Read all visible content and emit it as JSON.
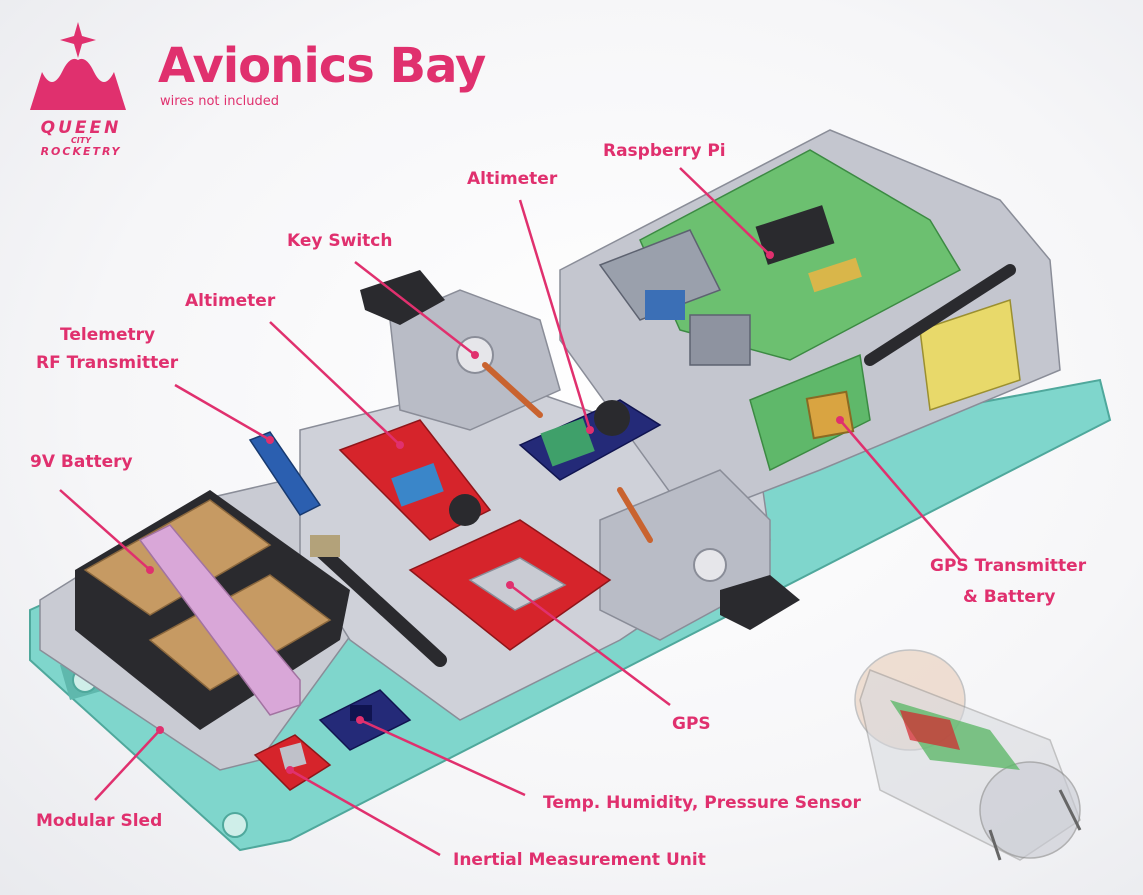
{
  "header": {
    "title": "Avionics Bay",
    "subtitle": "wires not included"
  },
  "logo": {
    "line1": "QUEEN",
    "line2": "CITY",
    "line3": "ROCKETRY"
  },
  "callouts": {
    "raspberry_pi": "Raspberry Pi",
    "altimeter_top": "Altimeter",
    "key_switch": "Key Switch",
    "altimeter_left": "Altimeter",
    "telemetry_line1": "Telemetry",
    "telemetry_line2": "RF Transmitter",
    "battery_9v": "9V Battery",
    "gps_tx_line1": "GPS Transmitter",
    "gps_tx_line2": "& Battery",
    "gps": "GPS",
    "temp_sensor": "Temp. Humidity, Pressure Sensor",
    "modular_sled": "Modular Sled",
    "imu": "Inertial Measurement Unit"
  },
  "colors": {
    "accent": "#e0306e",
    "sled_base": "#7fd6cc",
    "frame": "#c9cbd3",
    "pcb_green": "#6cc070",
    "pcb_red": "#d6242b",
    "battery": "#c69a63"
  }
}
